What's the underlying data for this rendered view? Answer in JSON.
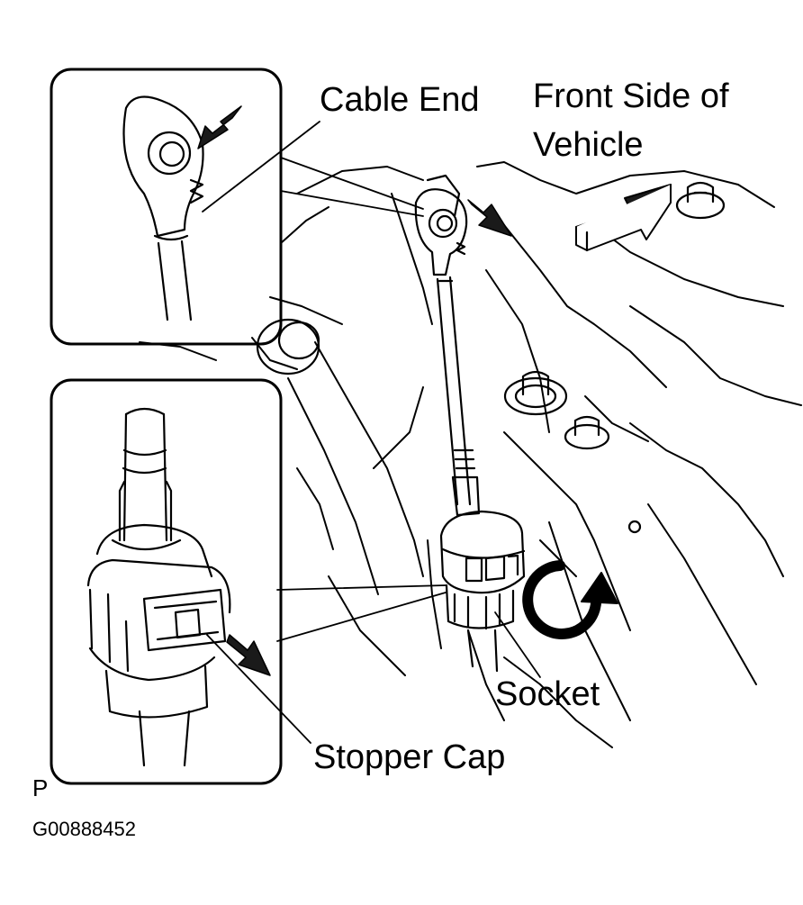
{
  "labels": {
    "cable_end": "Cable End",
    "front_side_line1": "Front Side of",
    "front_side_line2": "Vehicle",
    "socket": "Socket",
    "stopper_cap": "Stopper Cap",
    "view_marker": "P",
    "figure_code": "G00888452"
  },
  "colors": {
    "ink": "#000000",
    "paper": "#ffffff",
    "arrow_fill": "#1a1a1a"
  },
  "icons": {
    "direction_arrows": "solid-arrow",
    "rotation": "circular-arrow"
  }
}
